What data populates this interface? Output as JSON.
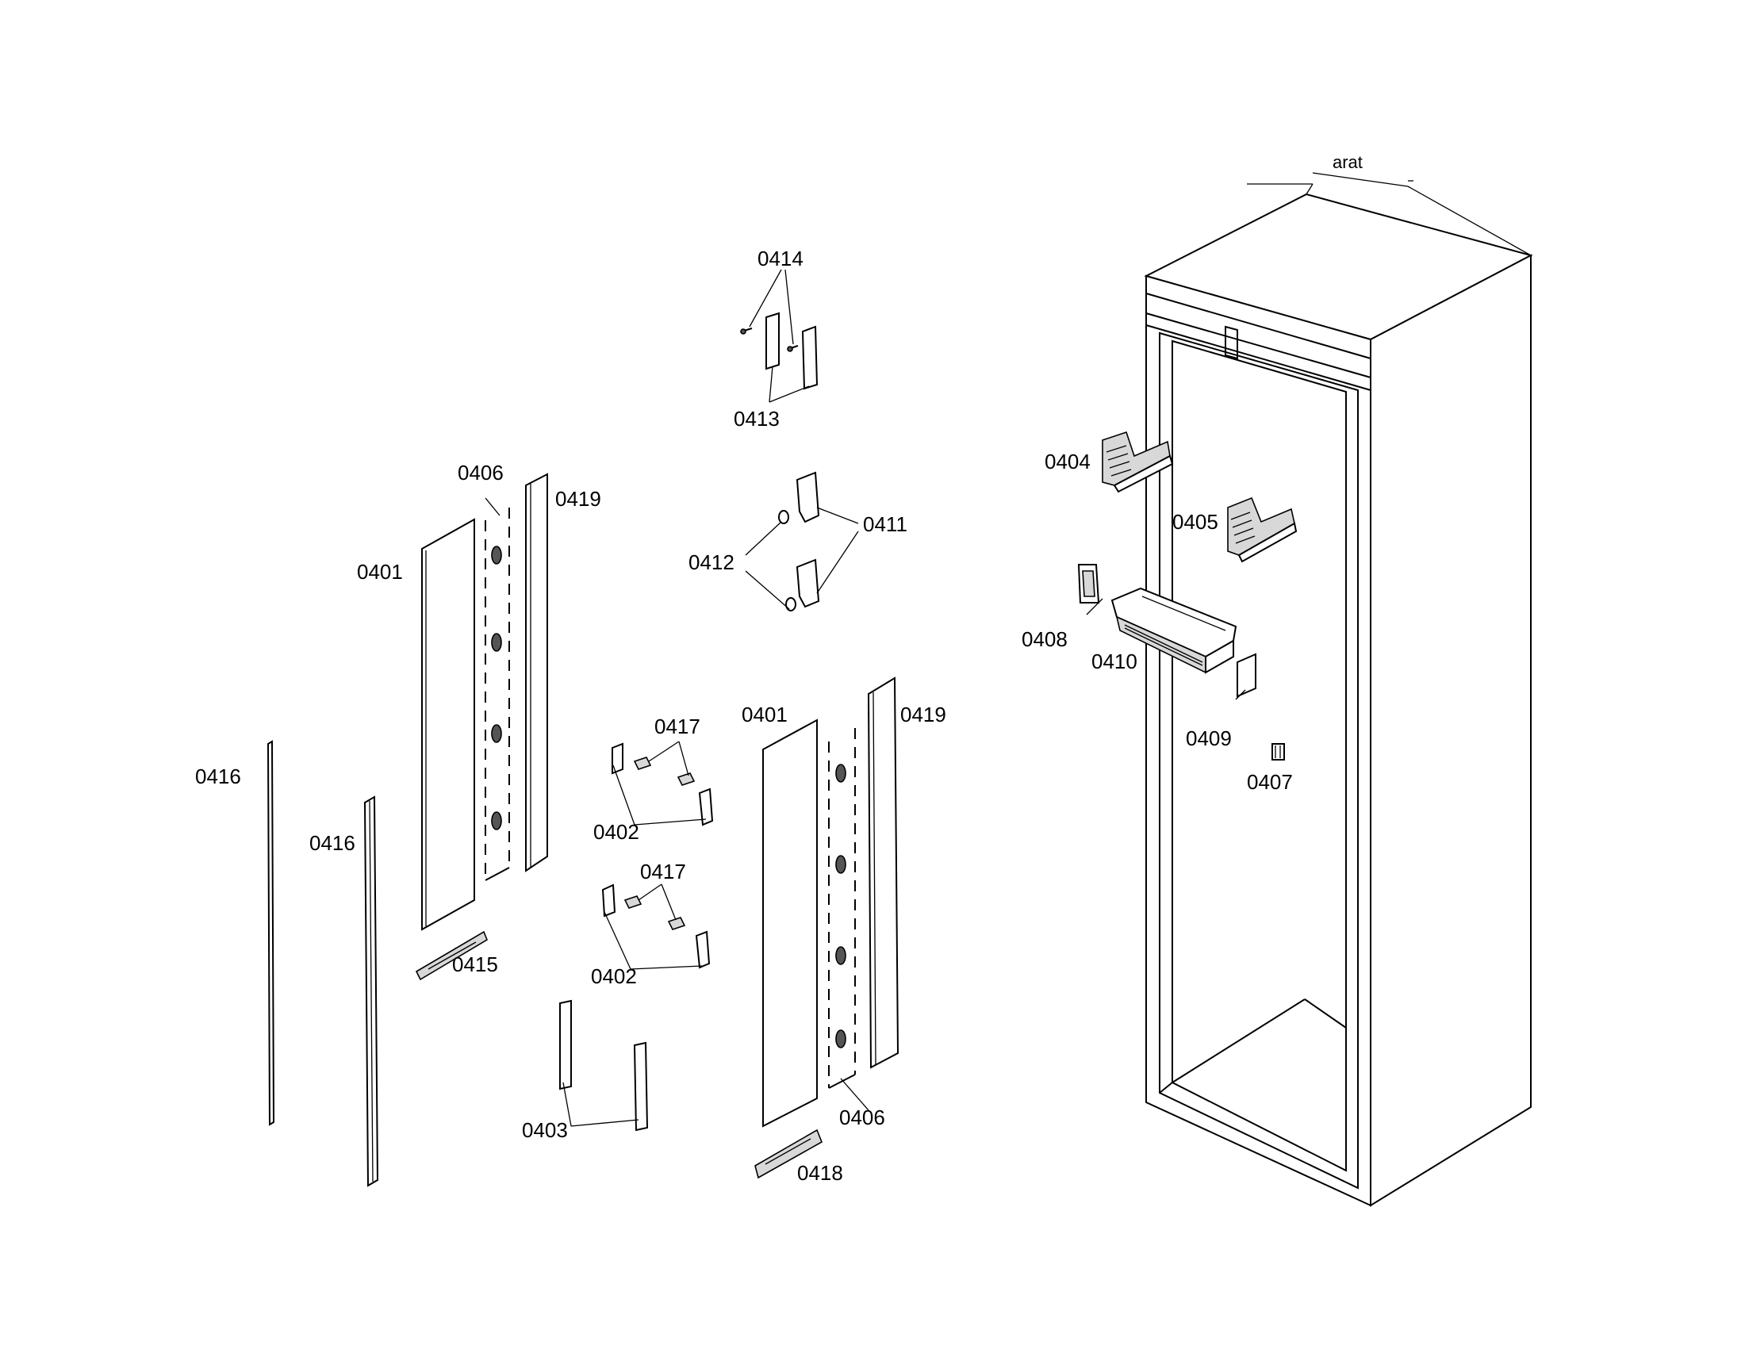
{
  "diagram": {
    "header_fragment": "arat",
    "callouts": {
      "c0401a": "0401",
      "c0401b": "0401",
      "c0402a": "0402",
      "c0402b": "0402",
      "c0403": "0403",
      "c0404": "0404",
      "c0405": "0405",
      "c0406a": "0406",
      "c0406b": "0406",
      "c0407": "0407",
      "c0408": "0408",
      "c0409": "0409",
      "c0410": "0410",
      "c0411": "0411",
      "c0412": "0412",
      "c0413": "0413",
      "c0414": "0414",
      "c0415": "0415",
      "c0416a": "0416",
      "c0416b": "0416",
      "c0417a": "0417",
      "c0417b": "0417",
      "c0418": "0418",
      "c0419a": "0419",
      "c0419b": "0419"
    }
  }
}
